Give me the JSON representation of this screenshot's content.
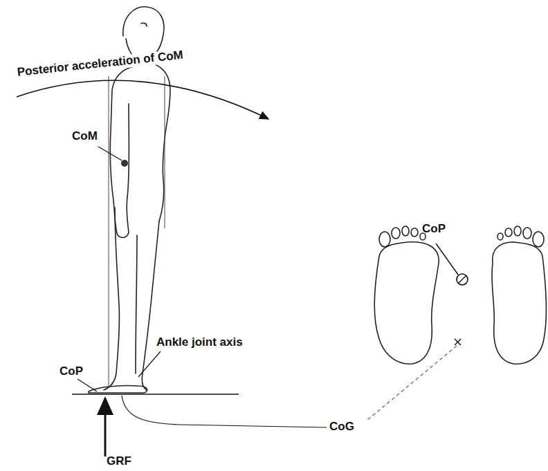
{
  "diagram": {
    "labels": [
      "Posterior acceleration of CoM",
      "CoM",
      "CoP",
      "CoP",
      "Ankle joint axis",
      "GRF",
      "CoG"
    ]
  }
}
